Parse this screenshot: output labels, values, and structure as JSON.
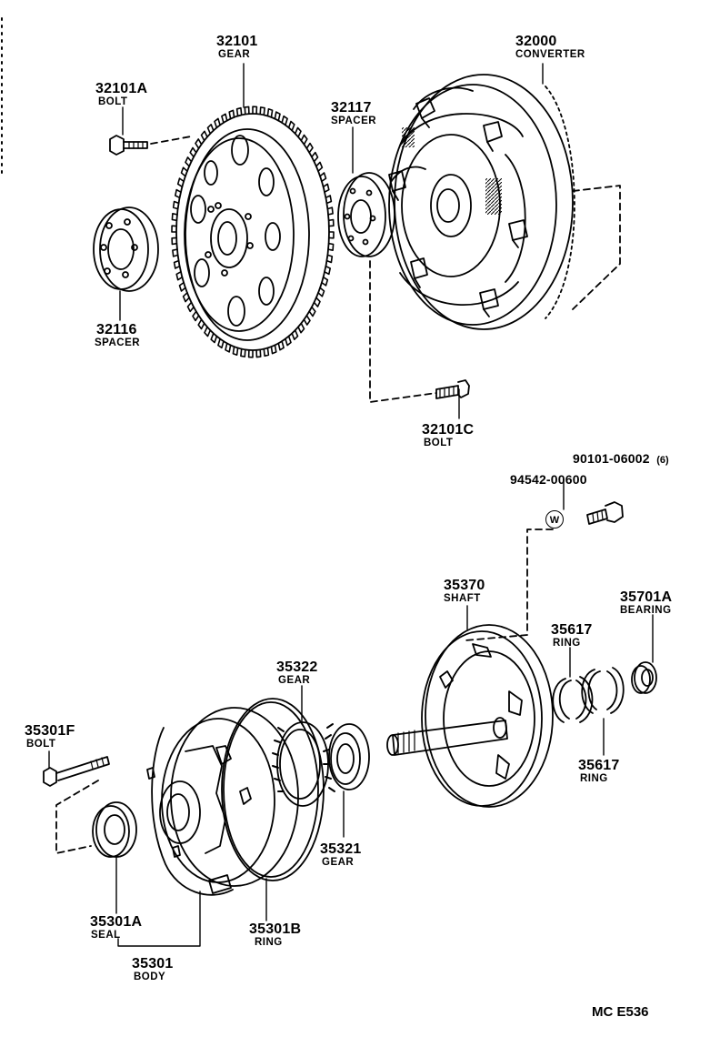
{
  "diagram_code": "MC  E536",
  "parts": [
    {
      "id": "p32101",
      "number": "32101",
      "name": "GEAR"
    },
    {
      "id": "p32000",
      "number": "32000",
      "name": "CONVERTER"
    },
    {
      "id": "p32101A",
      "number": "32101A",
      "name": "BOLT"
    },
    {
      "id": "p32117",
      "number": "32117",
      "name": "SPACER"
    },
    {
      "id": "p32116",
      "number": "32116",
      "name": "SPACER"
    },
    {
      "id": "p32101C",
      "number": "32101C",
      "name": "BOLT"
    },
    {
      "id": "p90101",
      "number": "90101-06002",
      "qty": "(6)"
    },
    {
      "id": "p94542",
      "number": "94542-00600",
      "mark": "W"
    },
    {
      "id": "p35370",
      "number": "35370",
      "name": "SHAFT"
    },
    {
      "id": "p35701A",
      "number": "35701A",
      "name": "BEARING"
    },
    {
      "id": "p35617a",
      "number": "35617",
      "name": "RING"
    },
    {
      "id": "p35617b",
      "number": "35617",
      "name": "RING"
    },
    {
      "id": "p35322",
      "number": "35322",
      "name": "GEAR"
    },
    {
      "id": "p35301F",
      "number": "35301F",
      "name": "BOLT"
    },
    {
      "id": "p35321",
      "number": "35321",
      "name": "GEAR"
    },
    {
      "id": "p35301A",
      "number": "35301A",
      "name": "SEAL"
    },
    {
      "id": "p35301B",
      "number": "35301B",
      "name": "RING"
    },
    {
      "id": "p35301",
      "number": "35301",
      "name": "BODY"
    }
  ]
}
